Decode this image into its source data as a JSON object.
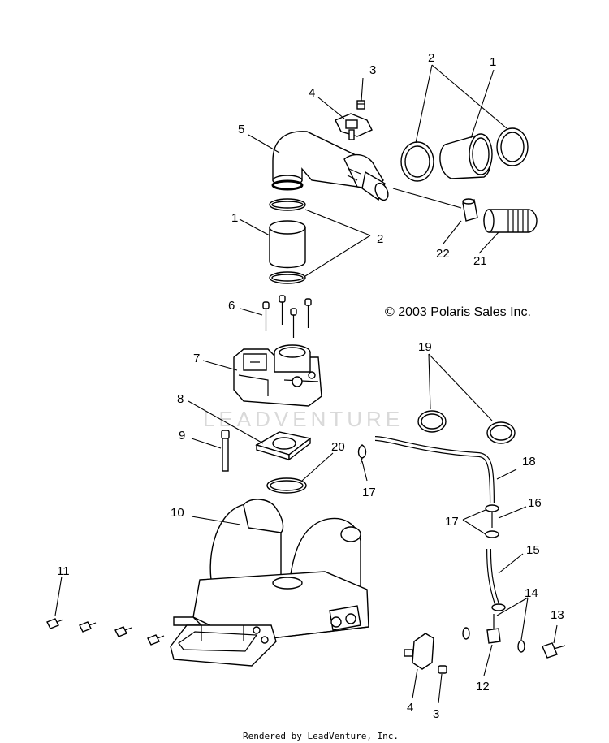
{
  "copyright": "© 2003 Polaris Sales Inc.",
  "watermark": "LEADVENTURE",
  "footer": "Rendered by LeadVenture, Inc.",
  "callouts": [
    {
      "id": "c-3-top",
      "label": "3"
    },
    {
      "id": "c-4-top",
      "label": "4"
    },
    {
      "id": "c-5",
      "label": "5"
    },
    {
      "id": "c-2-top",
      "label": "2"
    },
    {
      "id": "c-1-top",
      "label": "1"
    },
    {
      "id": "c-1-mid",
      "label": "1"
    },
    {
      "id": "c-2-mid",
      "label": "2"
    },
    {
      "id": "c-22",
      "label": "22"
    },
    {
      "id": "c-21",
      "label": "21"
    },
    {
      "id": "c-6",
      "label": "6"
    },
    {
      "id": "c-7",
      "label": "7"
    },
    {
      "id": "c-8",
      "label": "8"
    },
    {
      "id": "c-9",
      "label": "9"
    },
    {
      "id": "c-20",
      "label": "20"
    },
    {
      "id": "c-17-left",
      "label": "17"
    },
    {
      "id": "c-19",
      "label": "19"
    },
    {
      "id": "c-18",
      "label": "18"
    },
    {
      "id": "c-16",
      "label": "16"
    },
    {
      "id": "c-17-right",
      "label": "17"
    },
    {
      "id": "c-15",
      "label": "15"
    },
    {
      "id": "c-10",
      "label": "10"
    },
    {
      "id": "c-11",
      "label": "11"
    },
    {
      "id": "c-14",
      "label": "14"
    },
    {
      "id": "c-13",
      "label": "13"
    },
    {
      "id": "c-12",
      "label": "12"
    },
    {
      "id": "c-4-bottom",
      "label": "4"
    },
    {
      "id": "c-3-bottom",
      "label": "3"
    }
  ]
}
